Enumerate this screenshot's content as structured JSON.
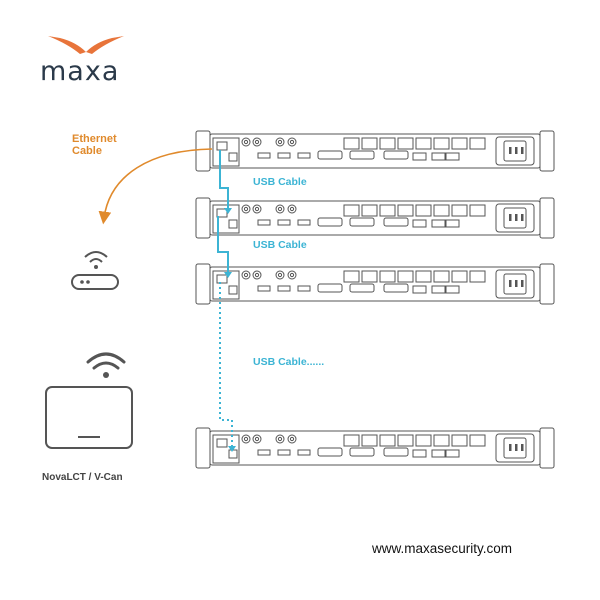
{
  "brand": {
    "logo_text": "maxa",
    "logo_color": "#e8743a",
    "text_color": "#2b3a4a"
  },
  "labels": {
    "ethernet_line1": "Ethernet",
    "ethernet_line2": "Cable",
    "usb_cable_1": "USB Cable",
    "usb_cable_2": "USB Cable",
    "usb_cable_3": "USB Cable......",
    "computer": "NovaLCT / V-Can",
    "website": "www.maxasecurity.com"
  },
  "colors": {
    "ethernet": "#e08a2c",
    "usb": "#3cb4d4",
    "device_outline": "#555555"
  },
  "icons": {
    "router": "router-icon",
    "wifi": "wifi-icon",
    "laptop": "laptop-icon"
  }
}
